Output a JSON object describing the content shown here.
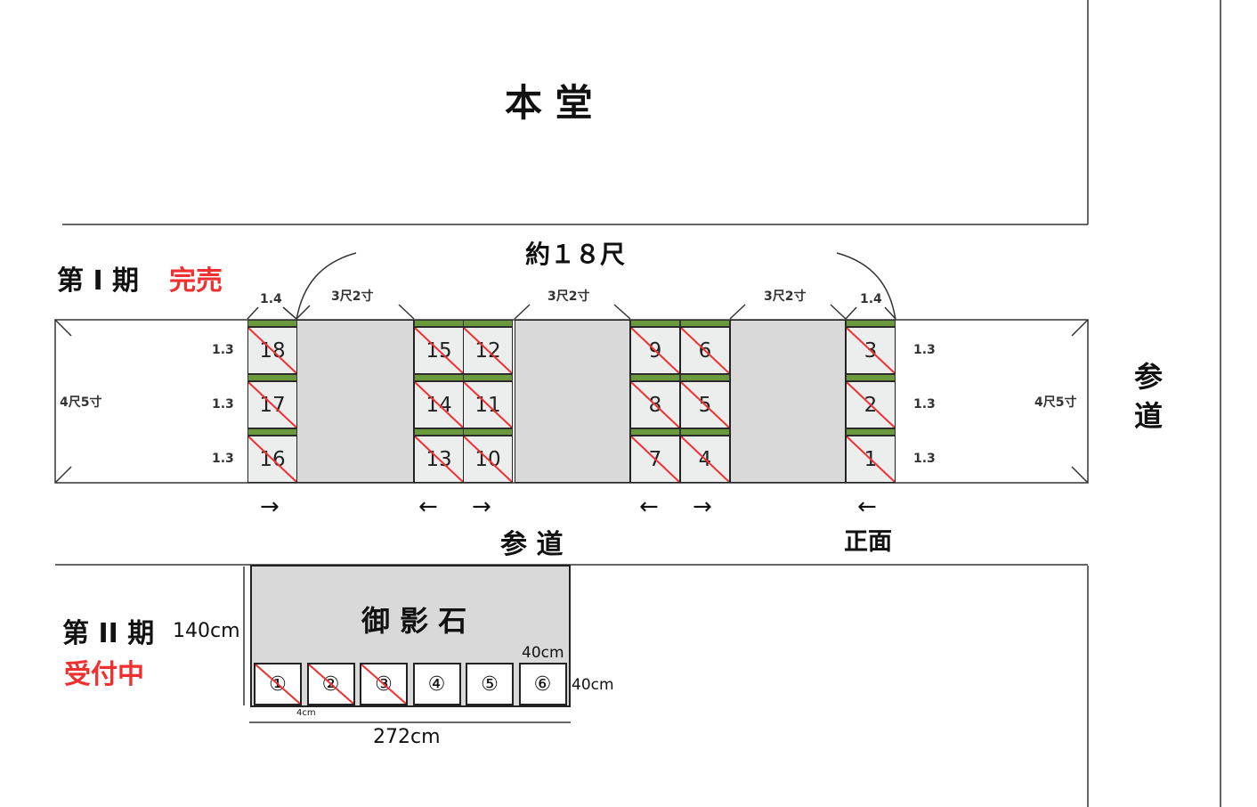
{
  "hondo": "本 堂",
  "approx_width": "約１８尺",
  "phase1": {
    "label": "第 I 期",
    "status": "完売"
  },
  "phase2": {
    "label": "第 II 期",
    "status": "受付中"
  },
  "sando_side": "参\n道",
  "sando_side_top": "参",
  "sando_side_bottom": "道",
  "sando": "参 道",
  "shomen": "正面",
  "dims": {
    "d14": "1.4",
    "d13": "1.3",
    "gap": "3尺2寸",
    "end": "4尺5寸"
  },
  "plots": [
    {
      "no": "18",
      "sold": true
    },
    {
      "no": "17",
      "sold": true
    },
    {
      "no": "16",
      "sold": true
    },
    {
      "no": "15",
      "sold": true
    },
    {
      "no": "14",
      "sold": true
    },
    {
      "no": "13",
      "sold": true
    },
    {
      "no": "12",
      "sold": true
    },
    {
      "no": "11",
      "sold": true
    },
    {
      "no": "10",
      "sold": true
    },
    {
      "no": "9",
      "sold": true
    },
    {
      "no": "8",
      "sold": true
    },
    {
      "no": "7",
      "sold": true
    },
    {
      "no": "6",
      "sold": true
    },
    {
      "no": "5",
      "sold": true
    },
    {
      "no": "4",
      "sold": true
    },
    {
      "no": "3",
      "sold": true
    },
    {
      "no": "2",
      "sold": true
    },
    {
      "no": "1",
      "sold": true
    }
  ],
  "stone": {
    "title": "御 影 石",
    "height": "140cm",
    "width": "272cm",
    "cell_w": "40cm",
    "cell_h": "40cm",
    "gap": "4cm",
    "cells": [
      {
        "no": "①",
        "sold": true
      },
      {
        "no": "②",
        "sold": true
      },
      {
        "no": "③",
        "sold": true
      },
      {
        "no": "④",
        "sold": false
      },
      {
        "no": "⑤",
        "sold": false
      },
      {
        "no": "⑥",
        "sold": false
      }
    ]
  },
  "arrows": [
    "→",
    "←",
    "→",
    "←",
    "→",
    "←"
  ],
  "colors": {
    "sold_mark": "#f03030",
    "green": "#6a9a3c",
    "gray": "#d9d9d9"
  }
}
